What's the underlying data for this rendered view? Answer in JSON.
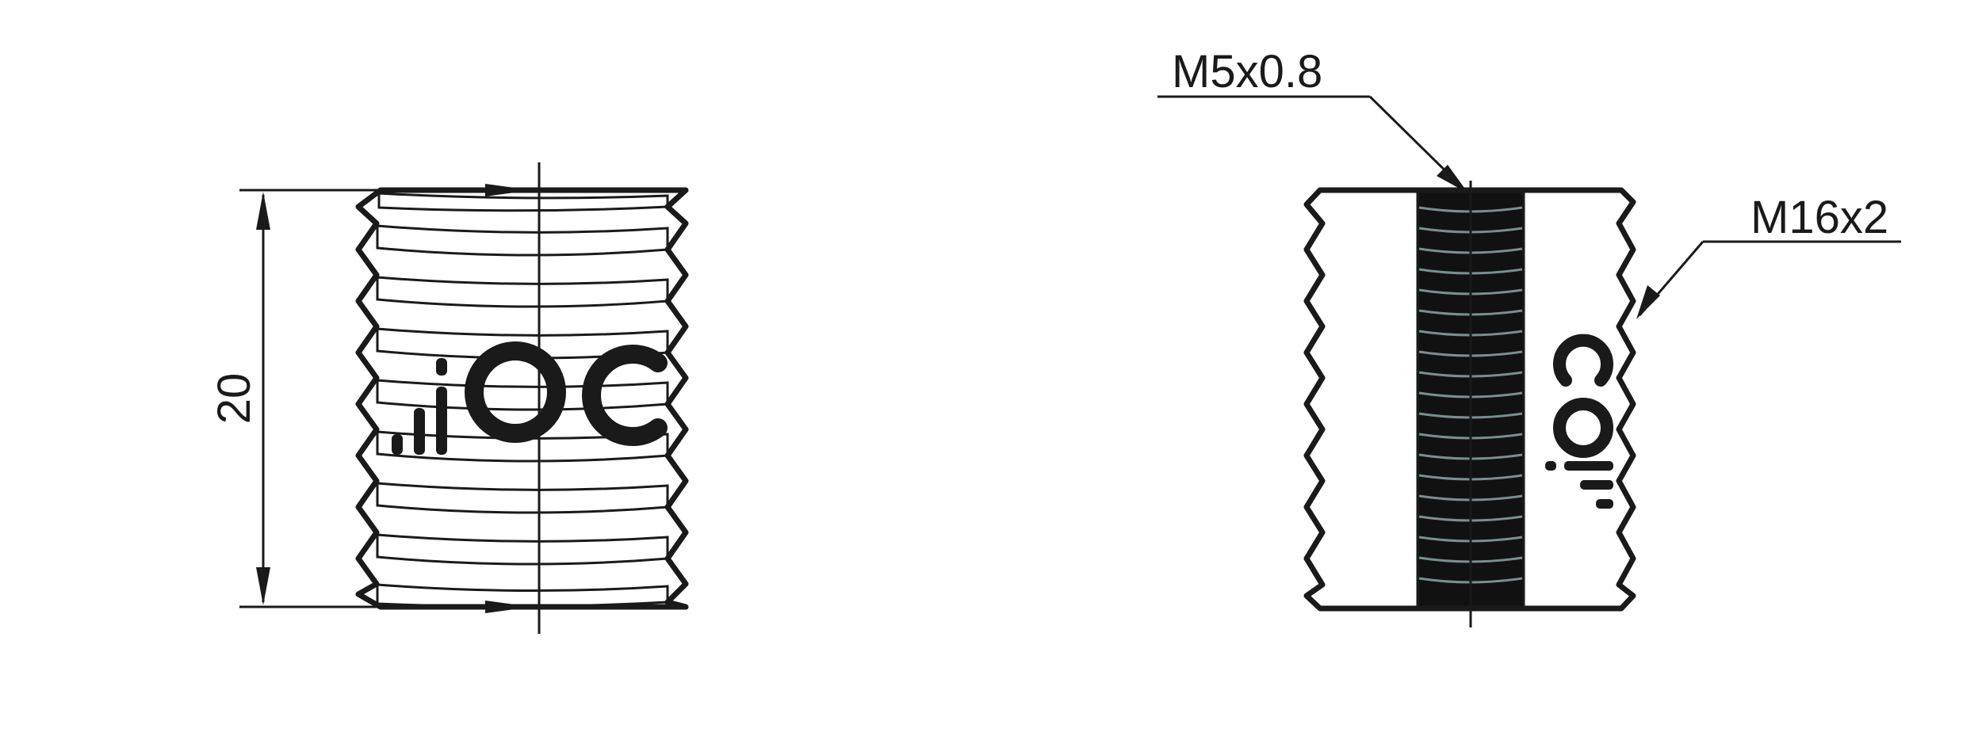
{
  "dimension": {
    "height_value": "20"
  },
  "callouts": {
    "inner_thread": "M5x0.8",
    "outer_thread": "M16x2"
  },
  "logo": {
    "text": "iqc"
  },
  "colors": {
    "part_fill": "#b3cccc",
    "part_fill_light": "#cfe0e0",
    "outline": "#1a1a1a",
    "bore_fill": "#111111"
  }
}
